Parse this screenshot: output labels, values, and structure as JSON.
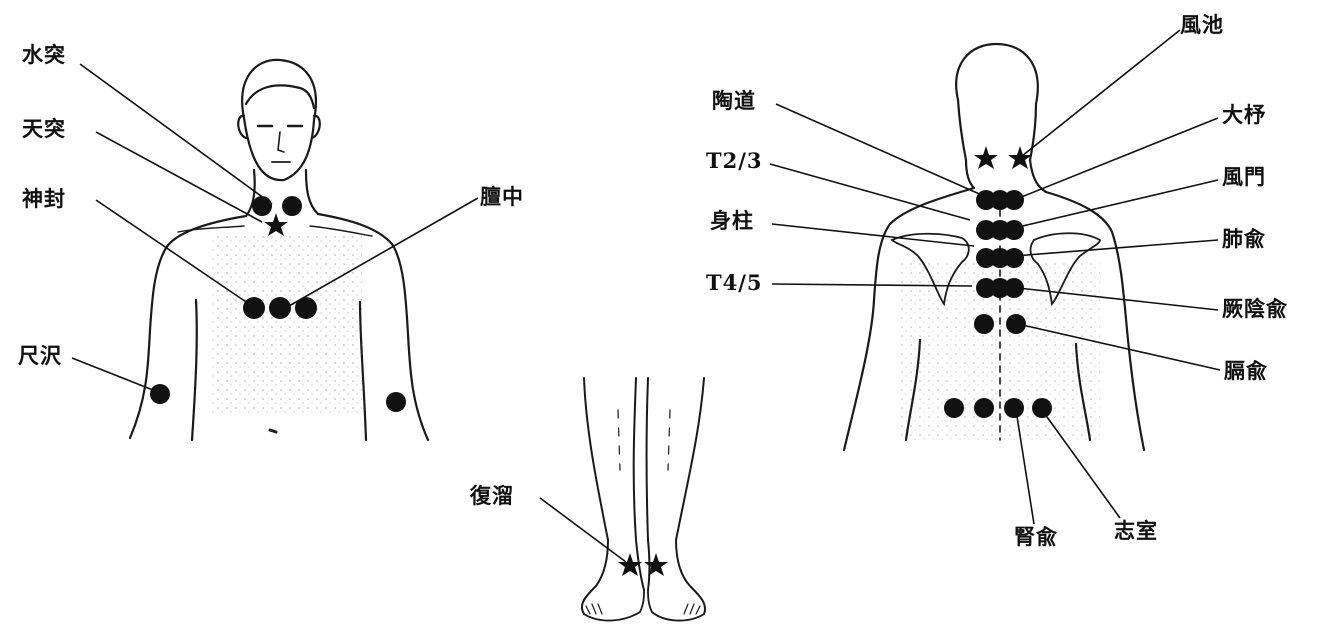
{
  "colors": {
    "ink": "#111111",
    "body_line": "#1a1a1a",
    "stipple": "#555555",
    "point": "#111111"
  },
  "legend_marks": {
    "dot": "filled-circle",
    "star": "filled-star"
  },
  "front_figure": {
    "labels": {
      "suitotsu": "水突",
      "tentotsu": "天突",
      "shinpo": "神封",
      "danchu": "膻中",
      "shakutaku": "尺沢"
    }
  },
  "leg_figure": {
    "labels": {
      "fukuryu": "復溜"
    }
  },
  "back_figure": {
    "labels": {
      "fuchi": "風池",
      "tokudo": "陶道",
      "daijo": "大杼",
      "t23": "T2/3",
      "fumon": "風門",
      "shinchu": "身柱",
      "haiyu": "肺兪",
      "t45": "T4/5",
      "ketsuinyu": "厥陰兪",
      "kakuyu": "膈兪",
      "jinyu": "腎兪",
      "shishitsu": "志室"
    }
  }
}
